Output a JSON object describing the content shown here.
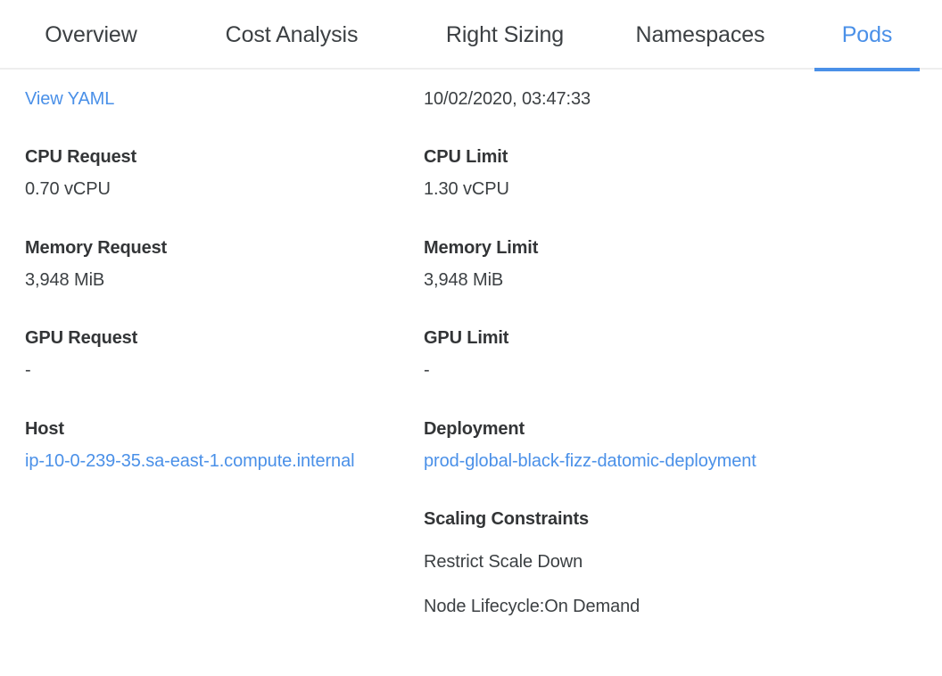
{
  "tabs": [
    {
      "label": "Overview",
      "active": false
    },
    {
      "label": "Cost Analysis",
      "active": false
    },
    {
      "label": "Right Sizing",
      "active": false
    },
    {
      "label": "Namespaces",
      "active": false
    },
    {
      "label": "Pods",
      "active": true
    }
  ],
  "colors": {
    "accent": "#4a90e8",
    "text": "#3c4043",
    "label": "#333537",
    "divider": "#eeeeee"
  },
  "left_column": {
    "view_yaml_link": "View YAML",
    "cpu_request": {
      "label": "CPU Request",
      "value": "0.70 vCPU"
    },
    "memory_request": {
      "label": "Memory Request",
      "value": "3,948 MiB"
    },
    "gpu_request": {
      "label": "GPU Request",
      "value": "-"
    },
    "host": {
      "label": "Host",
      "value": "ip-10-0-239-35.sa-east-1.compute.internal"
    }
  },
  "right_column": {
    "timestamp": "10/02/2020, 03:47:33",
    "cpu_limit": {
      "label": "CPU Limit",
      "value": "1.30 vCPU"
    },
    "memory_limit": {
      "label": "Memory Limit",
      "value": "3,948 MiB"
    },
    "gpu_limit": {
      "label": "GPU Limit",
      "value": "-"
    },
    "deployment": {
      "label": "Deployment",
      "value": "prod-global-black-fizz-datomic-deployment"
    },
    "scaling_constraints": {
      "label": "Scaling Constraints",
      "items": [
        "Restrict Scale Down",
        "Node Lifecycle:On Demand"
      ]
    }
  }
}
